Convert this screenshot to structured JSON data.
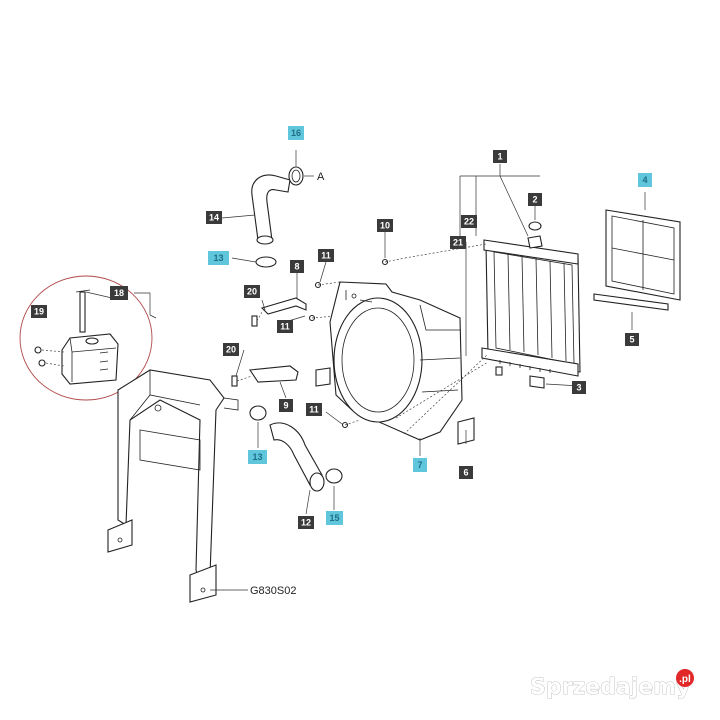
{
  "diagram": {
    "drawing_code": "G830S02",
    "reference_label": "A",
    "watermark": "Sprzedajemy",
    "watermark_domain": ".pl",
    "colors": {
      "badge_dark": "#3a3a3a",
      "badge_highlight": "#5fc6dc",
      "highlight_text": "#1f6f85",
      "callout_circle": "#b04848",
      "watermark_dot": "#e02828"
    },
    "callouts": [
      {
        "id": "c1",
        "number": "1",
        "highlighted": false
      },
      {
        "id": "c2",
        "number": "2",
        "highlighted": false
      },
      {
        "id": "c3",
        "number": "3",
        "highlighted": false
      },
      {
        "id": "c4",
        "number": "4",
        "highlighted": true
      },
      {
        "id": "c5",
        "number": "5",
        "highlighted": false
      },
      {
        "id": "c6",
        "number": "6",
        "highlighted": false
      },
      {
        "id": "c7",
        "number": "7",
        "highlighted": true
      },
      {
        "id": "c8",
        "number": "8",
        "highlighted": false
      },
      {
        "id": "c9",
        "number": "9",
        "highlighted": false
      },
      {
        "id": "c10",
        "number": "10",
        "highlighted": false
      },
      {
        "id": "c11a",
        "number": "11",
        "highlighted": false
      },
      {
        "id": "c11b",
        "number": "11",
        "highlighted": false
      },
      {
        "id": "c11c",
        "number": "11",
        "highlighted": false
      },
      {
        "id": "c12",
        "number": "12",
        "highlighted": false
      },
      {
        "id": "c13a",
        "number": "13",
        "highlighted": true
      },
      {
        "id": "c13b",
        "number": "13",
        "highlighted": true
      },
      {
        "id": "c14",
        "number": "14",
        "highlighted": false
      },
      {
        "id": "c15",
        "number": "15",
        "highlighted": true
      },
      {
        "id": "c16",
        "number": "16",
        "highlighted": true
      },
      {
        "id": "c18",
        "number": "18",
        "highlighted": false
      },
      {
        "id": "c19",
        "number": "19",
        "highlighted": false
      },
      {
        "id": "c20a",
        "number": "20",
        "highlighted": false
      },
      {
        "id": "c20b",
        "number": "20",
        "highlighted": false
      },
      {
        "id": "c21",
        "number": "21",
        "highlighted": false
      },
      {
        "id": "c22",
        "number": "22",
        "highlighted": false
      }
    ]
  }
}
